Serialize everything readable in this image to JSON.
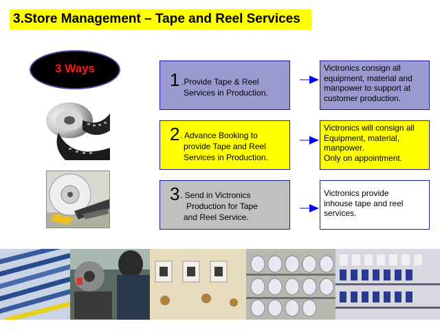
{
  "title": "3.Store Management – Tape and Reel Services",
  "ways_label": "3 Ways",
  "steps": [
    {
      "number": "1",
      "line1": ".Provide Tape & Reel",
      "line2": "Services in Production.",
      "line3": "",
      "result": [
        "Victronics consign all",
        "equipment, material and",
        "manpower to support at",
        "customer production."
      ]
    },
    {
      "number": "2",
      "line1": ". Advance Booking to",
      "line2": "provide Tape and Reel",
      "line3": "Services in Production.",
      "result": [
        "Victronics will consign all",
        "Equipment, material,",
        "manpower.",
        "Only on appointment."
      ]
    },
    {
      "number": "3",
      "line1": ". Send in Victronics",
      "line2": "Production for Tape",
      "line3": "and Reel Service.",
      "result": [
        "Victronics provide",
        "inhouse tape and reel",
        "services.",
        ""
      ]
    }
  ],
  "colors": {
    "title_bg": "#ffff00",
    "step1_bg": "#9a9ad0",
    "step2_bg": "#ffff00",
    "step3_bg": "#c0c0c0",
    "border": "#1a1aa8",
    "ways_text": "#ff1a1a"
  },
  "icons": [
    "film-reel-photo",
    "tape-reel-photo",
    "arrow-right-icon"
  ],
  "photo_strip": [
    "components-tubes-photo",
    "operator-machine-photo",
    "smd-components-photo",
    "reel-rack-photo",
    "reel-shelves-photo"
  ]
}
